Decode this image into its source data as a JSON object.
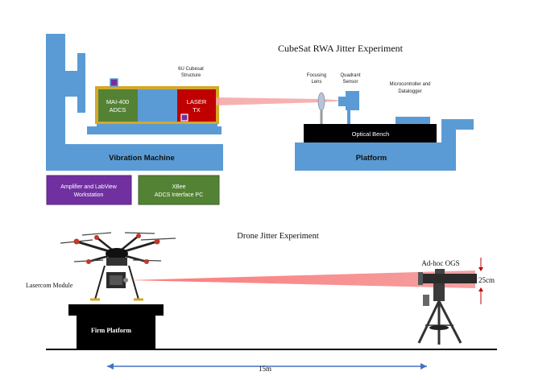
{
  "top_experiment": {
    "title": "CubeSat RWA Jitter Experiment",
    "cubesat_label_line1": "6U Cubesat",
    "cubesat_label_line2": "Structure",
    "adcs_line1": "MAI-400",
    "adcs_line2": "ADCS",
    "laser_line1": "LASER",
    "laser_line2": "TX",
    "vibration_machine": "Vibration Machine",
    "focusing_lens_line1": "Focusing",
    "focusing_lens_line2": "Lens",
    "quadrant_sensor_line1": "Quadrant",
    "quadrant_sensor_line2": "Sensor",
    "microcontroller_line1": "Microcontroller and",
    "microcontroller_line2": "Datalogger",
    "optical_bench": "Optical Bench",
    "platform": "Platform",
    "amplifier_line1": "Amplifier and LabView",
    "amplifier_line2": "Workstation",
    "xbee_line1": "XBee",
    "xbee_line2": "ADCS Interface PC"
  },
  "bottom_experiment": {
    "title": "Drone Jitter Experiment",
    "lasercom_module": "Lasercom Module",
    "firm_platform": "Firm Platform",
    "adhoc_ogs": "Ad-hoc OGS",
    "beam_width": "25cm",
    "distance": "15m"
  },
  "colors": {
    "machine_blue": "#5b9bd5",
    "adcs_green": "#548235",
    "laser_red": "#c00000",
    "workstation_purple": "#7030a0",
    "structure_gold": "#d4a82a",
    "beam_pink": "#f4a3a3"
  }
}
